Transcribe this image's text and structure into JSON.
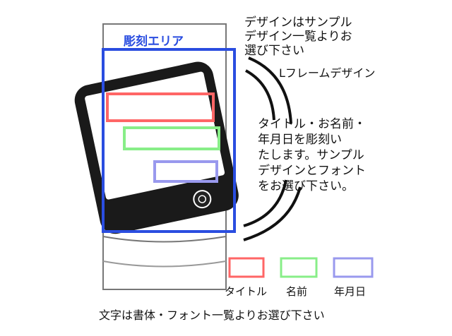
{
  "engrave_area_label": "彫刻エリア",
  "design_note": [
    "デザインはサンプル",
    "デザイン一覧よりお",
    "選び下さい"
  ],
  "frame_label": "Lフレームデザイン",
  "instruction": [
    "タイトル・お名前・",
    "年月日を彫刻い",
    "たします。サンプル",
    "デザインとフォント",
    "をお選び下さい。"
  ],
  "legend": [
    {
      "label": "タイトル",
      "color": "#ff6666"
    },
    {
      "label": "名前",
      "color": "#88ee88"
    },
    {
      "label": "年月日",
      "color": "#9999ee"
    }
  ],
  "footer_note": "文字は書体・フォント一覧よりお選び下さい",
  "colors": {
    "engrave_area": "#2a4de0",
    "title_box": "#ff6666",
    "name_box": "#88ee88",
    "date_box": "#9999ee"
  }
}
